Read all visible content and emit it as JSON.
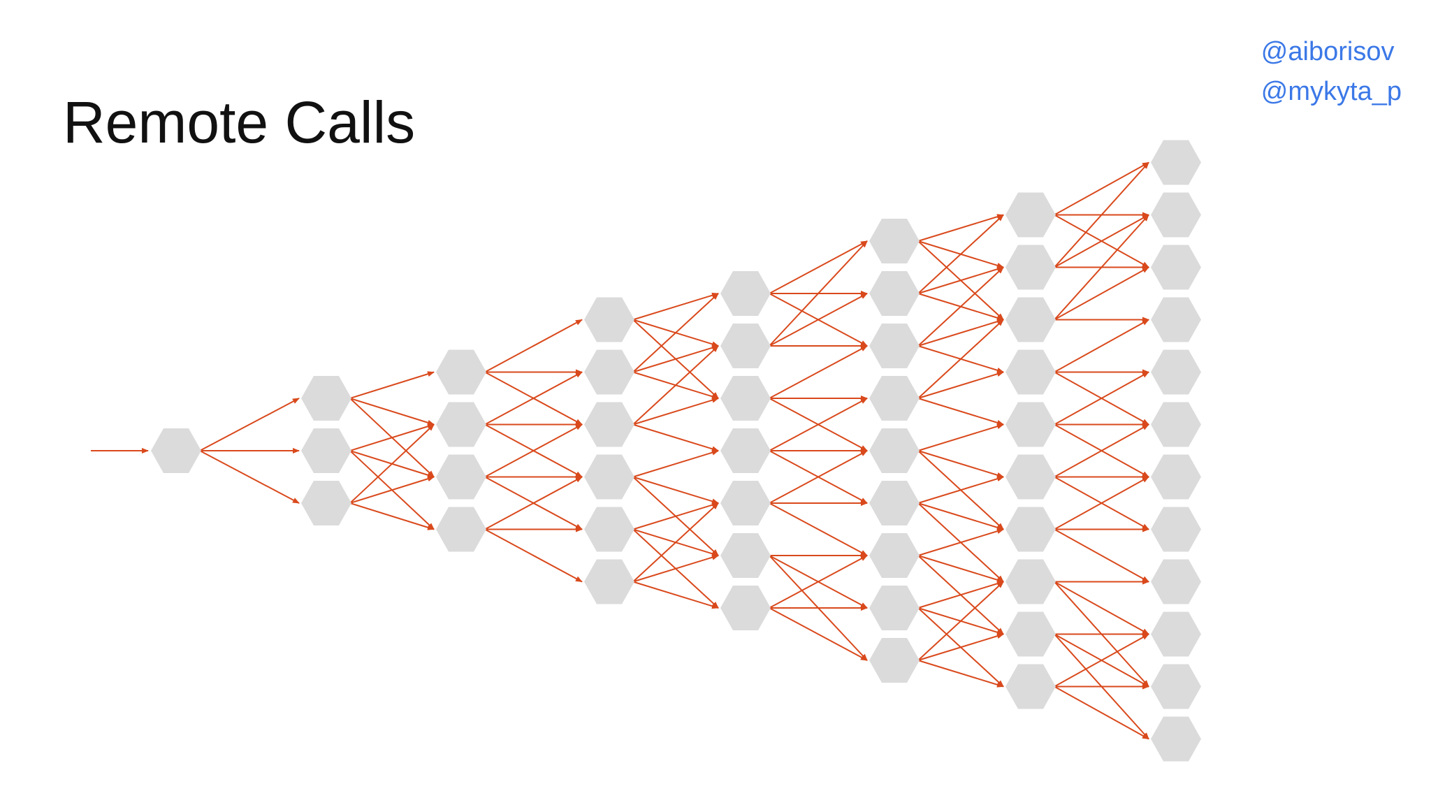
{
  "slide": {
    "title": "Remote Calls",
    "handles": [
      "@aiborisov",
      "@mykyta_p"
    ]
  },
  "diagram": {
    "type": "fan-out call graph",
    "description_levels": [
      1,
      3,
      4,
      6,
      7,
      9,
      10,
      12
    ],
    "colors": {
      "node_fill": "#dcdbdc",
      "edge_stroke": "#d9491c",
      "handle_text": "#3b78e7",
      "title_text": "#111111"
    },
    "node_shape": "hexagon-icon",
    "edge_style": "directed-arrow"
  }
}
